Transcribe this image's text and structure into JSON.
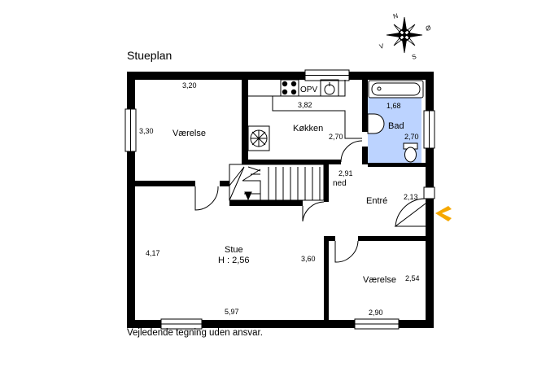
{
  "title": "Stueplan",
  "footer": "Vejledende tegning uden ansvar.",
  "compass": {
    "n": "N",
    "s": "S",
    "e": "Ø",
    "w": "V"
  },
  "rooms": {
    "vaerelse_top": {
      "name": "Værelse",
      "width": "3,20",
      "depth": "3,30"
    },
    "kokken": {
      "name": "Køkken",
      "width": "3,82",
      "depth": "2,70",
      "opv": "OPV"
    },
    "bad": {
      "name": "Bad",
      "width": "1,68",
      "depth": "2,70"
    },
    "stue": {
      "name": "Stue",
      "height": "H : 2,56",
      "width": "5,97",
      "depth": "4,17",
      "depth2": "3,60"
    },
    "entre": {
      "name": "Entré",
      "width": "2,91",
      "depth": "2,13"
    },
    "vaerelse_bottom": {
      "name": "Værelse",
      "width": "2,90",
      "depth": "2,54"
    }
  },
  "stairs_label": "ned",
  "colors": {
    "bathroom": "#bcd3ff",
    "entry_arrow": "#f6a800",
    "wall": "#000000"
  }
}
